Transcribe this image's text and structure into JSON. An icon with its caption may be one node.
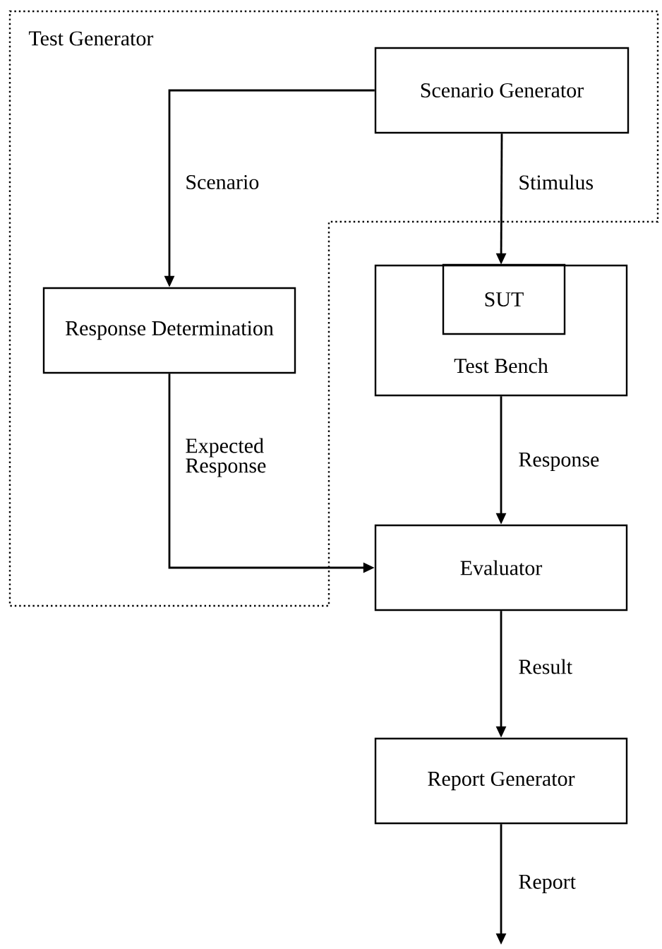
{
  "diagram": {
    "nodes": [
      {
        "text": [
          "Test Generator"
        ]
      },
      {
        "text": [
          "Scenario Generator"
        ],
        "in": 0
      },
      {
        "text": [
          "Response Determination"
        ],
        "in": 0
      },
      {
        "text": [
          "Test Bench"
        ]
      },
      {
        "text": [
          "SUT"
        ],
        "in": 3
      },
      {
        "text": [
          "Evaluator"
        ]
      },
      {
        "text": [
          "Report Generator"
        ]
      }
    ],
    "edges": [
      {
        "from": 1,
        "to": 2,
        "arrow": "to",
        "label": "Scenario"
      },
      {
        "from": 1,
        "to": 3,
        "arrow": "to",
        "label": "Stimulus"
      },
      {
        "from": 2,
        "to": 5,
        "arrow": "to",
        "label": "Expected Response"
      },
      {
        "from": 3,
        "to": 5,
        "arrow": "to",
        "label": "Response"
      },
      {
        "from": 5,
        "to": 6,
        "arrow": "to",
        "label": "Result"
      },
      {
        "from": 6,
        "to": null,
        "arrow": "to",
        "label": "Report"
      }
    ]
  }
}
